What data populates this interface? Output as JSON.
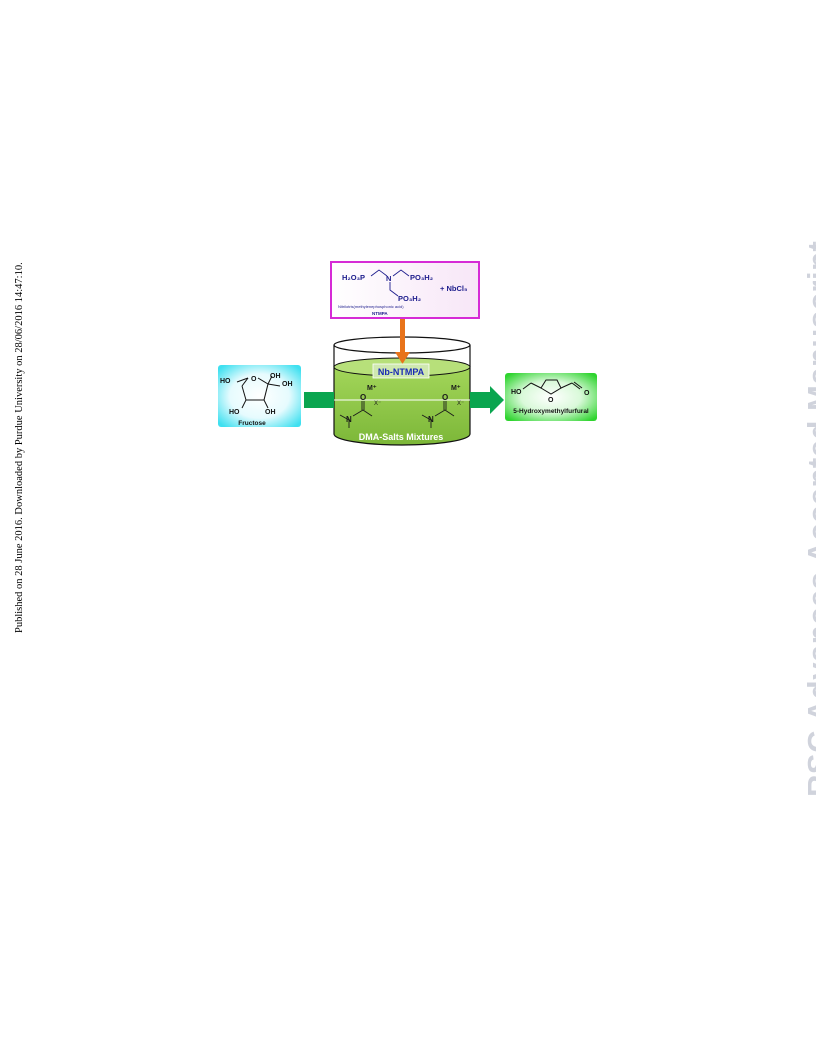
{
  "side_note": "Published on 28 June 2016. Downloaded by Purdue University on 28/06/2016 14:47:10.",
  "watermark": "RSC Advances Accepted Manuscript",
  "reagent_box": {
    "formula_left": "H₂O₃P",
    "formula_n": "N",
    "formula_right": "PO₃H₂",
    "formula_bottom": "PO₃H₂",
    "plus_reagent": "+  NbCl₅",
    "name": "Nitrilotris(methylenephosphonic acid)",
    "abbr": "NTMPA"
  },
  "reactor": {
    "catalyst_label": "Nb-NTMPA",
    "solvent_label": "DMA-Salts Mixtures",
    "cation": "M⁺",
    "anion": "X⁻",
    "atom_o": "O",
    "atom_n": "N"
  },
  "fructose": {
    "label": "Fructose",
    "oh_labels": [
      "HO",
      "OH",
      "OH",
      "HO",
      "OH"
    ],
    "ring_o": "O"
  },
  "product": {
    "label": "5-Hydroxymethylfurfural",
    "ho": "HO",
    "ring_o": "O",
    "aldehyde_o": "O"
  },
  "colors": {
    "reagent_border": "#d62bd6",
    "arrow_orange": "#e8731a",
    "arrow_green": "#0aa54f",
    "liquid_green": "#8cc63f",
    "fructose_cyan": "#3fe0f0",
    "product_green": "#3ddb3d",
    "catalyst_text": "#1a2ab5",
    "formula_blue": "#1c1c8c"
  }
}
